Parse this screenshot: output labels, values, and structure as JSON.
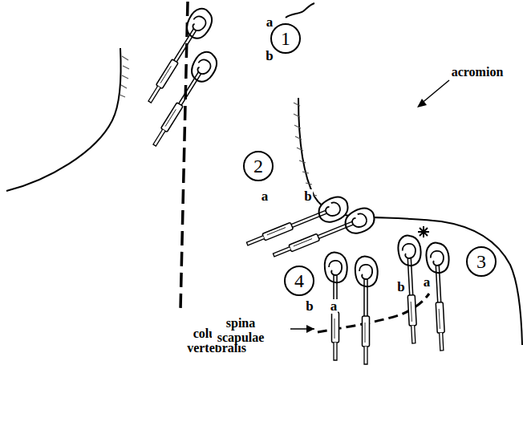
{
  "diagram": {
    "nodes": [
      {
        "text": [
          "1"
        ]
      },
      {
        "text": [
          "2"
        ]
      },
      {
        "text": [
          "3"
        ]
      },
      {
        "text": [
          "4"
        ]
      }
    ],
    "labels": [
      "a",
      "b",
      "a",
      "b",
      "acromion",
      "b",
      "a",
      "b",
      "a",
      "columna vertebralis",
      "spina scapulae"
    ]
  }
}
